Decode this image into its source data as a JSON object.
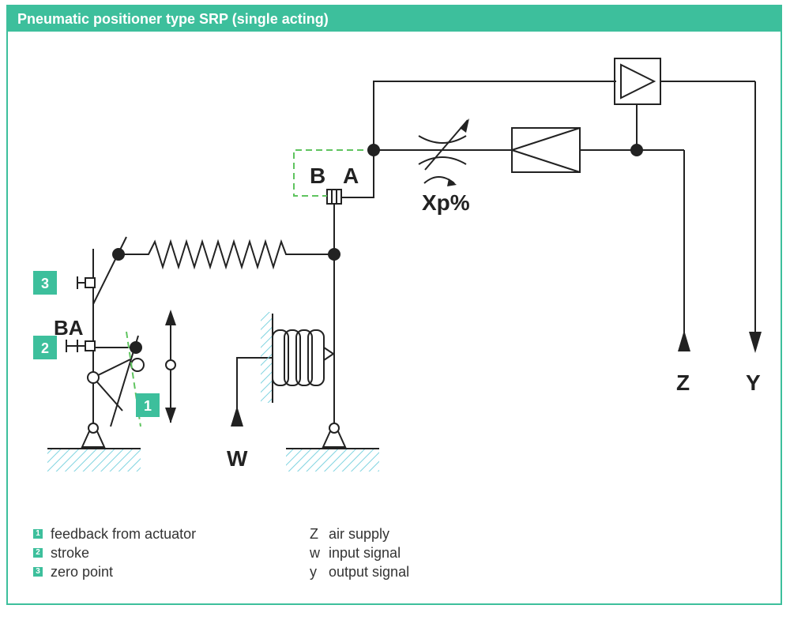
{
  "title": "Pneumatic positioner type SRP (single acting)",
  "colors": {
    "accent": "#3dbf9c",
    "line": "#222222",
    "hatch": "#7fd3e0",
    "green_dash": "#5fc45f"
  },
  "diagram_labels": {
    "B": "B",
    "A": "A",
    "BA": "BA",
    "xp": "Xp%",
    "Z": "Z",
    "Y": "Y",
    "W": "W",
    "marker1": "1",
    "marker2": "2",
    "marker3": "3"
  },
  "legend_left": [
    {
      "num": "1",
      "text": "feedback from actuator"
    },
    {
      "num": "2",
      "text": "stroke"
    },
    {
      "num": "3",
      "text": "zero point"
    }
  ],
  "legend_right": [
    {
      "key": "Z",
      "text": "air supply"
    },
    {
      "key": "w",
      "text": "input signal"
    },
    {
      "key": "y",
      "text": "output signal"
    }
  ]
}
